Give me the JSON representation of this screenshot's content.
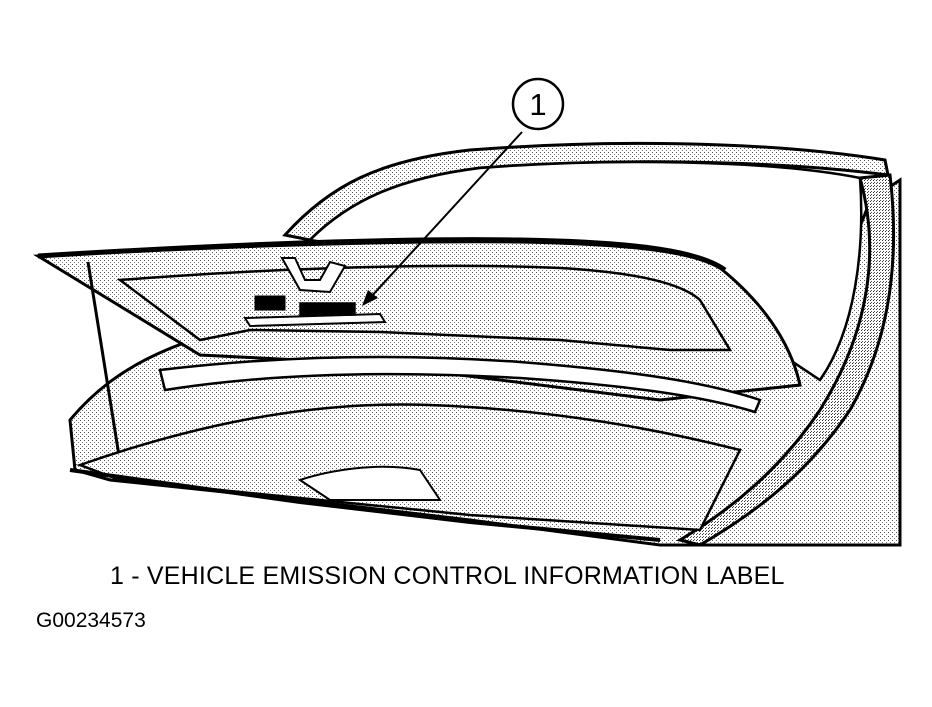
{
  "callout": {
    "number": "1"
  },
  "caption": {
    "text": "1 - VEHICLE EMISSION CONTROL INFORMATION LABEL"
  },
  "figure": {
    "id": "G00234573"
  }
}
